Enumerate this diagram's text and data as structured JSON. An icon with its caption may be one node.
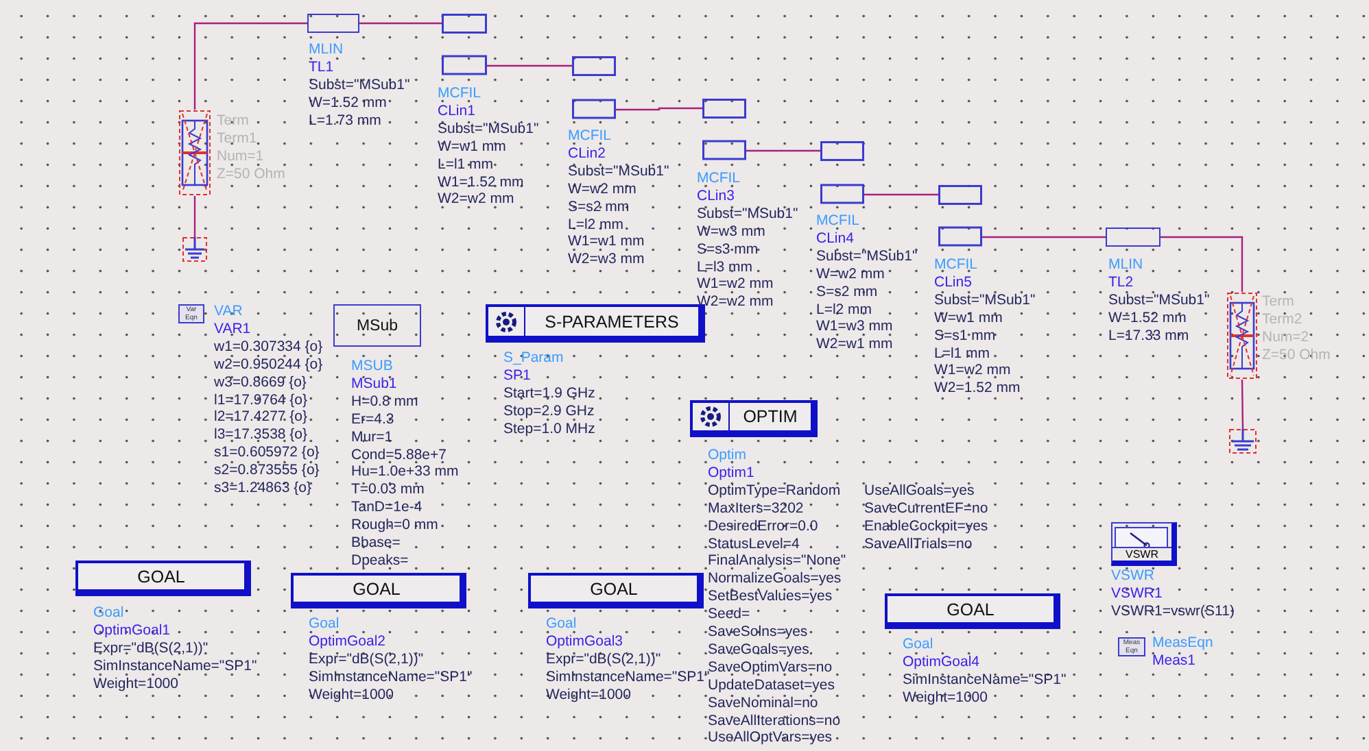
{
  "diagram": {
    "nodes": [
      {
        "text": [],
        "shape": "resistor",
        "beside": [
          "Term",
          "Term1",
          "Num=1",
          "Z=50 Ohm"
        ]
      },
      {
        "text": [],
        "shape": "ground"
      },
      {
        "text": [],
        "shape": "box",
        "beside": [
          "MLIN",
          "TL1",
          "Subst=\"MSub1\"",
          "W=1.52 mm",
          "L=1.73 mm"
        ]
      },
      {
        "text": [],
        "shape": "box",
        "beside": [
          "MCFIL",
          "CLin1",
          "Subst=\"MSub1\"",
          "W=w1 mm",
          "L=l1 mm",
          "W1=1.52 mm",
          "W2=w2 mm"
        ]
      },
      {
        "text": [],
        "shape": "box",
        "beside": [
          "MCFIL",
          "CLin2",
          "Subst=\"MSub1\"",
          "W=w2 mm",
          "S=s2 mm",
          "L=l2 mm",
          "W1=w1 mm",
          "W2=w3 mm"
        ]
      },
      {
        "text": [],
        "shape": "box",
        "beside": [
          "MCFIL",
          "CLin3",
          "Subst=\"MSub1\"",
          "W=w3 mm",
          "S=s3 mm",
          "L=l3 mm",
          "W1=w2 mm",
          "W2=w2 mm"
        ]
      },
      {
        "text": [],
        "shape": "box",
        "beside": [
          "MCFIL",
          "CLin4",
          "Subst=\"MSub1\"",
          "W=w2 mm",
          "S=s2 mm",
          "L=l2 mm",
          "W1=w3 mm",
          "W2=w1 mm"
        ]
      },
      {
        "text": [],
        "shape": "box",
        "beside": [
          "MCFIL",
          "CLin5",
          "Subst=\"MSub1\"",
          "W=w1 mm",
          "S=s1 mm",
          "L=l1 mm",
          "W1=w2 mm",
          "W2=1.52 mm"
        ]
      },
      {
        "text": [],
        "shape": "box",
        "beside": [
          "MLIN",
          "TL2",
          "Subst=\"MSub1\"",
          "W=1.52 mm",
          "L=17.33 mm"
        ]
      },
      {
        "text": [],
        "shape": "resistor",
        "beside": [
          "Term",
          "Term2",
          "Num=2",
          "Z=50 Ohm"
        ]
      },
      {
        "text": [],
        "shape": "ground"
      },
      {
        "text": [
          "Var Eqn"
        ],
        "beside": [
          "VAR",
          "VAR1",
          "w1=0.307334 {o}",
          "w2=0.950244 {o}",
          "w3=0.8669 {o}",
          "l1=17.9764 {o}",
          "l2=17.4277 {o}",
          "l3=17.3538 {o}",
          "s1=0.605972 {o}",
          "s2=0.873555 {o}",
          "s3=1.24863 {o}"
        ]
      },
      {
        "text": [
          "MSub"
        ],
        "beside": [
          "MSUB",
          "MSub1",
          "H=0.8 mm",
          "Er=4.3",
          "Mur=1",
          "Cond=5.88e+7",
          "Hu=1.0e+33 mm",
          "T=0.03 mm",
          "TanD=1e-4",
          "Rough=0 mm",
          "Bbase=",
          "Dpeaks="
        ]
      },
      {
        "text": [
          "S-PARAMETERS"
        ],
        "beside": [
          "S_Param",
          "SP1",
          "Start=1.9 GHz",
          "Stop=2.9 GHz",
          "Step=1.0 MHz"
        ]
      },
      {
        "text": [
          "OPTIM"
        ],
        "beside": [
          "Optim",
          "Optim1",
          "OptimType=Random",
          "MaxIters=3202",
          "DesiredError=0.0",
          "StatusLevel=4",
          "FinalAnalysis=\"None\"",
          "NormalizeGoals=yes",
          "SetBestValues=yes",
          "Seed=",
          "SaveSolns=yes",
          "SaveGoals=yes",
          "SaveOptimVars=no",
          "UpdateDataset=yes",
          "SaveNominal=no",
          "SaveAllIterations=no",
          "UseAllOptVars=yes",
          "UseAllGoals=yes",
          "SaveCurrentEF=no",
          "EnableCockpit=yes",
          "SaveAllTrials=no"
        ]
      },
      {
        "text": [
          "GOAL"
        ],
        "beside": [
          "Goal",
          "OptimGoal1",
          "Expr=\"dB(S(2,1))\"",
          "SimInstanceName=\"SP1\"",
          "Weight=1000"
        ]
      },
      {
        "text": [
          "GOAL"
        ],
        "beside": [
          "Goal",
          "OptimGoal2",
          "Expr=\"dB(S(2,1))\"",
          "SimInstanceName=\"SP1\"",
          "Weight=1000"
        ]
      },
      {
        "text": [
          "GOAL"
        ],
        "beside": [
          "Goal",
          "OptimGoal3",
          "Expr=\"dB(S(2,1))\"",
          "SimInstanceName=\"SP1\"",
          "Weight=1000"
        ]
      },
      {
        "text": [
          "GOAL"
        ],
        "beside": [
          "Goal",
          "OptimGoal4",
          "SimInstanceName=\"SP1\"",
          "Weight=1000"
        ]
      },
      {
        "text": [
          "VSWR"
        ],
        "beside": [
          "VSWR",
          "VSWR1",
          "VSWR1=vswr(S11)"
        ]
      },
      {
        "text": [
          "Meas Eqn"
        ],
        "beside": [
          "MeasEqn",
          "Meas1"
        ]
      }
    ],
    "edges": [
      {
        "from": 0,
        "to": 2,
        "arrow": "none"
      },
      {
        "from": 2,
        "to": 3,
        "arrow": "none"
      },
      {
        "from": 3,
        "to": 4,
        "arrow": "none"
      },
      {
        "from": 4,
        "to": 5,
        "arrow": "none"
      },
      {
        "from": 5,
        "to": 6,
        "arrow": "none"
      },
      {
        "from": 6,
        "to": 7,
        "arrow": "none"
      },
      {
        "from": 7,
        "to": 8,
        "arrow": "none"
      },
      {
        "from": 8,
        "to": 9,
        "arrow": "none"
      },
      {
        "from": 0,
        "to": 1,
        "arrow": "none"
      },
      {
        "from": 9,
        "to": 10,
        "arrow": "none"
      }
    ]
  }
}
